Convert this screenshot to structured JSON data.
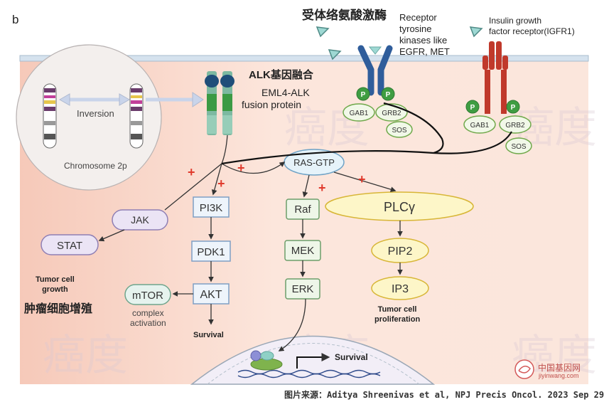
{
  "panel_label": "b",
  "rtk_title_cn": "受体络氨酸激酶",
  "rtk_label": [
    "Receptor",
    "tyrosine",
    "kinases like",
    "EGFR, MET"
  ],
  "igf_label": [
    "Insulin growth",
    "factor receptor(IGFR1)"
  ],
  "alk_title_cn": "ALK基因融合",
  "alk_fusion_label": [
    "EML4-ALK",
    "fusion protein"
  ],
  "inversion_label": "Inversion",
  "chromosome_label": "Chromosome 2p",
  "p_label": "P",
  "gab1": "GAB1",
  "grb2": "GRB2",
  "sos": "SOS",
  "ras_gtp": "RAS-GTP",
  "jak": "JAK",
  "stat": "STAT",
  "pi3k": "PI3K",
  "pdk1": "PDK1",
  "akt": "AKT",
  "mtor": "mTOR",
  "mtor_sub": [
    "complex",
    "activation"
  ],
  "survival": "Survival",
  "raf": "Raf",
  "mek": "MEK",
  "erk": "ERK",
  "plcg": "PLCγ",
  "pip2": "PIP2",
  "ip3": "IP3",
  "tumor_prolif": [
    "Tumor cell",
    "proliferation"
  ],
  "tumor_growth": [
    "Tumor cell",
    "growth"
  ],
  "tumor_growth_cn": "肿瘤细胞增殖",
  "plus_sign": "+",
  "nucleus_survival": "Survival",
  "watermark_text": "癌度",
  "logo_cn": "中国基因网",
  "logo_url": "jiyinwang.com",
  "source_caption": "图片来源：Aditya Shreenivas et al, NPJ Precis Oncol. 2023 Sep 29;",
  "colors": {
    "cell_bg": "#fbe3d8",
    "membrane": "#b9c9d8",
    "rtk_blue": "#2f5d9b",
    "igf_red": "#b83232",
    "p_green": "#3f9d42",
    "plus_red": "#e03a2c",
    "plcg_fill": "#fdf6c8"
  }
}
